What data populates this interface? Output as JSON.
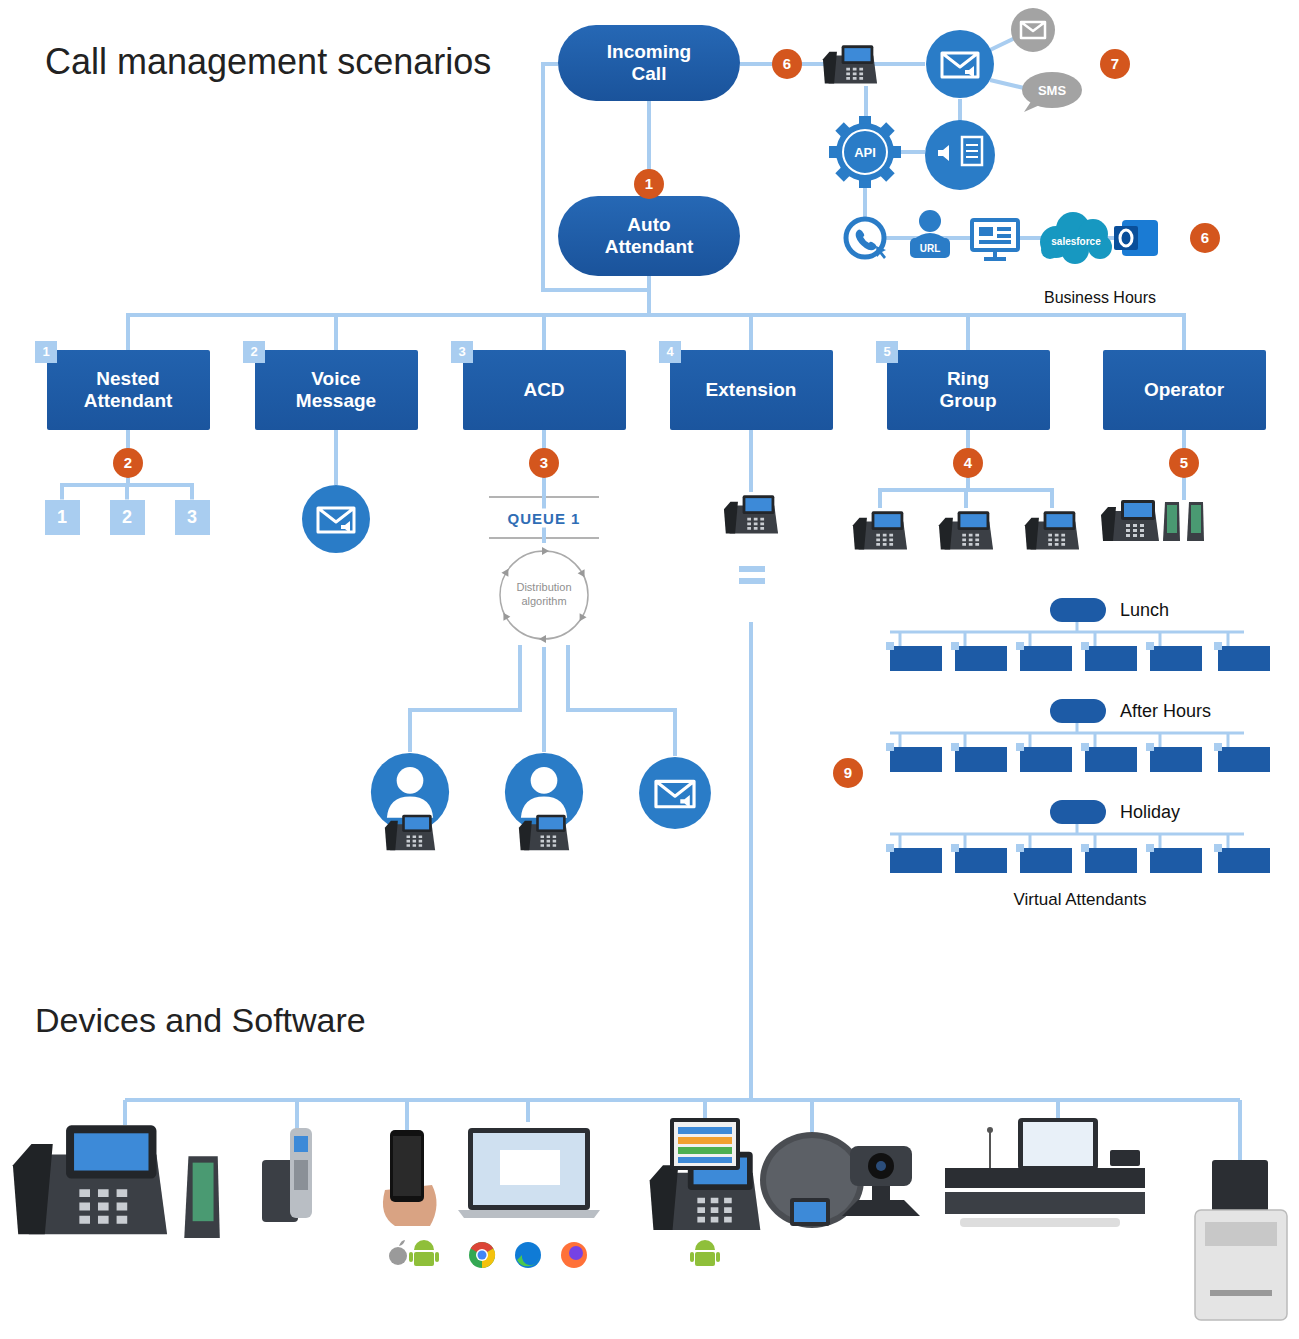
{
  "diagram": {
    "title": "Call management scenarios",
    "nodes": [
      {
        "text": [
          "Incoming Call"
        ]
      },
      {
        "text": [
          "Auto Attendant"
        ]
      },
      {
        "text": [
          "Nested Attendant"
        ]
      },
      {
        "text": [
          "Voice Message"
        ]
      },
      {
        "text": [
          "ACD"
        ]
      },
      {
        "text": [
          "Extension"
        ]
      },
      {
        "text": [
          "Ring Group"
        ]
      },
      {
        "text": [
          "Operator"
        ]
      },
      {
        "text": [
          "1"
        ]
      },
      {
        "text": [
          "2"
        ]
      },
      {
        "text": [
          "3"
        ]
      },
      {
        "text": [
          "Distribution algorithm"
        ]
      },
      {
        "text": [
          "Lunch"
        ]
      },
      {
        "text": [
          "After Hours"
        ]
      },
      {
        "text": [
          "Holiday"
        ]
      }
    ],
    "edges": [
      {
        "from": 0,
        "to": 1,
        "arrow": "none"
      },
      {
        "from": 1,
        "to": 2,
        "arrow": "none"
      },
      {
        "from": 1,
        "to": 3,
        "arrow": "none"
      },
      {
        "from": 1,
        "to": 4,
        "arrow": "none"
      },
      {
        "from": 1,
        "to": 5,
        "arrow": "none"
      },
      {
        "from": 1,
        "to": 6,
        "arrow": "none"
      },
      {
        "from": 1,
        "to": 7,
        "arrow": "none"
      },
      {
        "from": 2,
        "to": 8,
        "arrow": "none"
      },
      {
        "from": 2,
        "to": 9,
        "arrow": "none"
      },
      {
        "from": 2,
        "to": 10,
        "arrow": "none"
      },
      {
        "from": 4,
        "to": 11,
        "arrow": "none"
      }
    ],
    "labels": [
      "6",
      "7",
      "API",
      "SMS",
      "1",
      "URL",
      "salesforce",
      "6",
      "Business Hours",
      "1",
      "2",
      "3",
      "4",
      "5",
      "2",
      "3",
      "4",
      "5",
      "QUEUE 1",
      "9",
      "Virtual Attendants",
      "Devices and Software"
    ]
  }
}
